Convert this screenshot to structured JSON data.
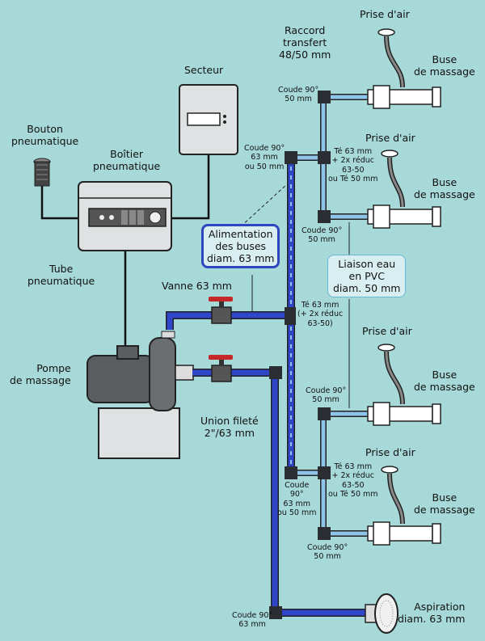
{
  "labels": {
    "secteur": "Secteur",
    "bouton": "Bouton\npneumatique",
    "boitier": "Boîtier\npneumatique",
    "tube": "Tube\npneumatique",
    "pompe": "Pompe\nde massage",
    "vanne": "Vanne 63 mm",
    "union": "Union fileté\n2\"/63 mm",
    "alimentation": "Alimentation\ndes buses\ndiam. 63 mm",
    "liaison": "Liaison eau\nen PVC\ndiam. 50 mm",
    "raccord": "Raccord\ntransfert\n48/50 mm",
    "prise_air": "Prise d'air",
    "buse": "Buse\nde massage",
    "aspiration": "Aspiration\ndiam. 63 mm",
    "coude90_50": "Coude 90°\n50 mm",
    "coude90_63_50": "Coude 90°\n63 mm\nou 50 mm",
    "coude90_63_50_b": "Coude\n90°\n63 mm\nou 50 mm",
    "coude90_63": "Coude 90°\n63 mm",
    "te_63_reduc": "Té 63 mm\n+ 2x réduc\n63-50\nou Té 50 mm",
    "te_63_mid": "Té 63 mm\n(+ 2x réduc\n63-50)"
  },
  "colors": {
    "background": "#a8d9d9",
    "main_pipe": "#2f46c8",
    "branch_pipe": "#8fc3ea",
    "fitting": "#2a2e33",
    "equipment": "#dfe2e3"
  },
  "icons": [
    "push-button-icon",
    "air-intake-icon",
    "massage-jet-icon",
    "suction-grille-icon",
    "valve-icon",
    "pump-icon"
  ]
}
